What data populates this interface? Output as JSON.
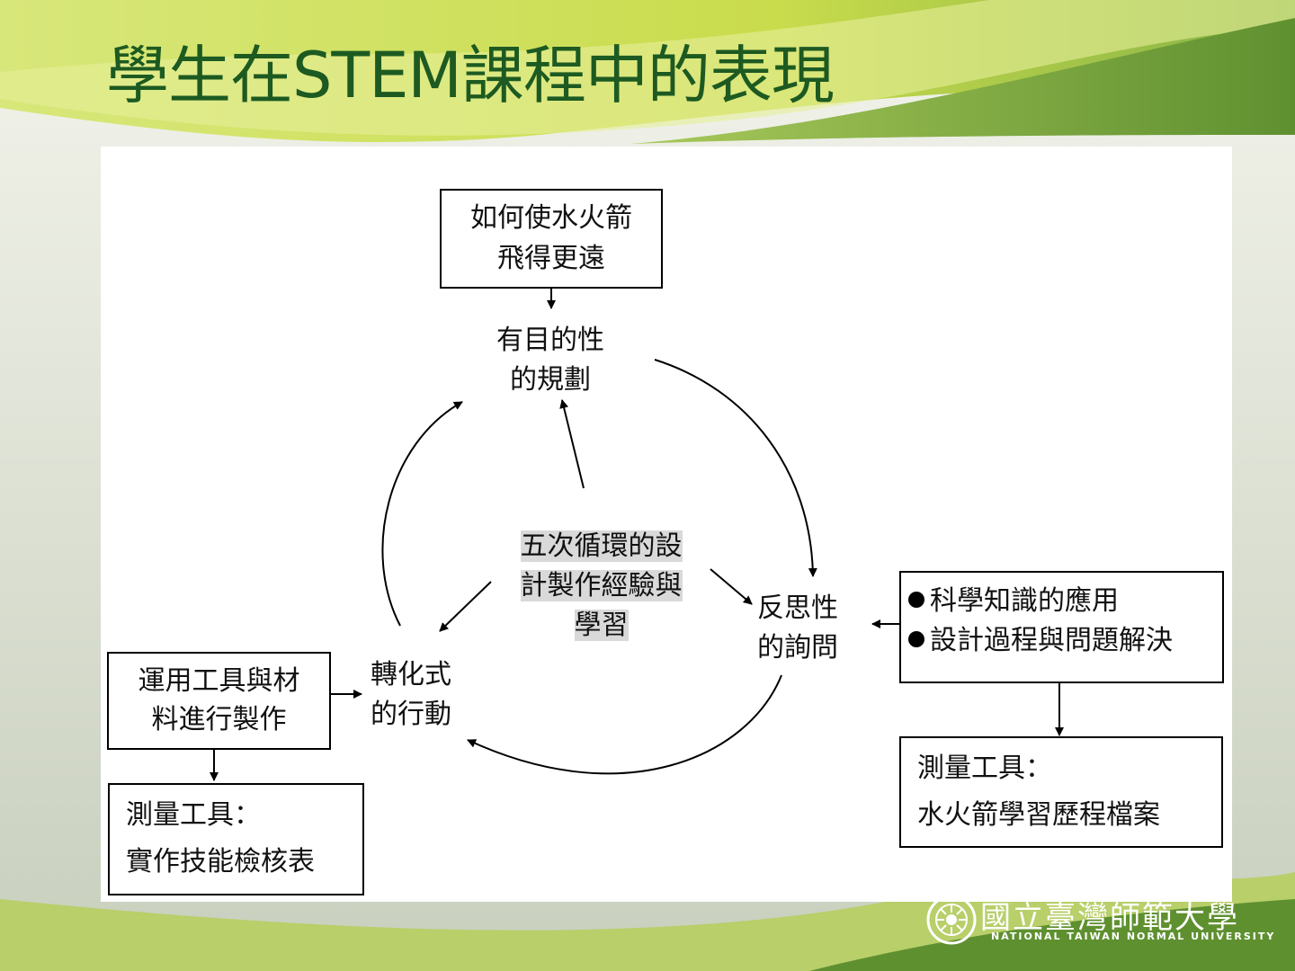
{
  "slide": {
    "title": "學生在STEM課程中的表現"
  },
  "diagram": {
    "top_question": [
      "如何使水火箭",
      "飛得更遠"
    ],
    "node_planning": [
      "有目的性",
      "的規劃"
    ],
    "node_reflection": [
      "反思性",
      "的詢問"
    ],
    "node_action": [
      "轉化式",
      "的行動"
    ],
    "center_label": [
      "五次循環的設",
      "計製作經驗與",
      "學習"
    ],
    "right_box": [
      "科學知識的應用",
      "設計過程與問題解決"
    ],
    "right_tool": [
      "測量工具：",
      "水火箭學習歷程檔案"
    ],
    "left_box": [
      "運用工具與材",
      "料進行製作"
    ],
    "left_tool": [
      "測量工具：",
      "實作技能檢核表"
    ]
  },
  "logo": {
    "name": "國立臺灣師範大學",
    "english": "NATIONAL TAIWAN NORMAL UNIVERSITY"
  },
  "colors": {
    "title": "#1d5a21",
    "band_light": "#d4e35a",
    "band_dark": "#6a9a3a"
  }
}
